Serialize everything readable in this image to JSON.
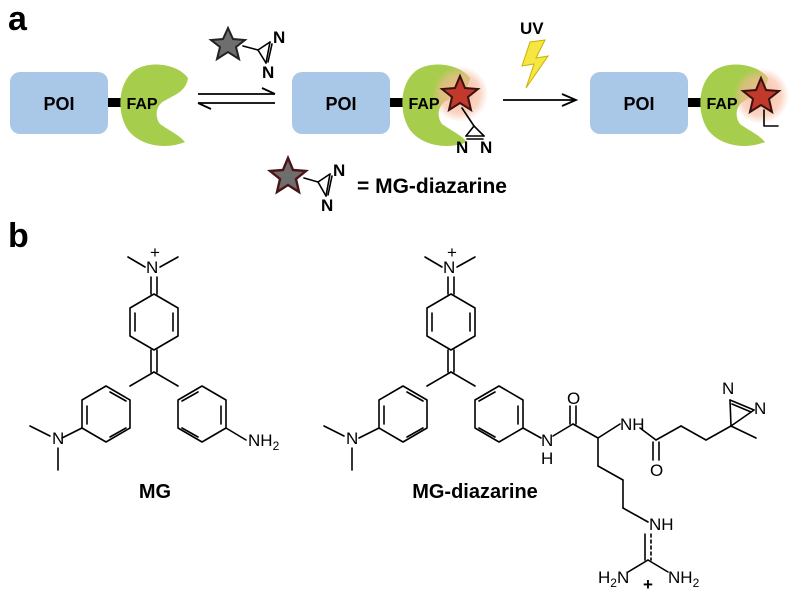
{
  "panel_a": {
    "label": "a",
    "complex_1": {
      "poi": "POI",
      "fap": "FAP"
    },
    "complex_2": {
      "poi": "POI",
      "fap": "FAP"
    },
    "complex_3": {
      "poi": "POI",
      "fap": "FAP"
    },
    "uv": "UV",
    "legend_text": "= MG-diazarine",
    "colors": {
      "poi": "#a9c8e8",
      "fap": "#a6cd4b",
      "star_dark": "#6e6e6e",
      "star_red": "#c0392b",
      "glow": "#f7b89a",
      "lightning": "#f5e642"
    }
  },
  "panel_b": {
    "label": "b",
    "mg_name": "MG",
    "mgd_name": "MG-diazarine",
    "atoms": {
      "n_plus": "N",
      "plus": "+",
      "n": "N",
      "nh2": "NH",
      "nh2_sub": "2",
      "nh": "NH",
      "o": "O",
      "h": "H",
      "n2": "N",
      "guan_nh": "NH",
      "guan_h2n": "H",
      "guan_h2n_sub": "2",
      "guan_h2n_n": "N",
      "guan_nh2": "NH",
      "guan_nh2_sub": "2",
      "guan_plus": "+"
    }
  }
}
